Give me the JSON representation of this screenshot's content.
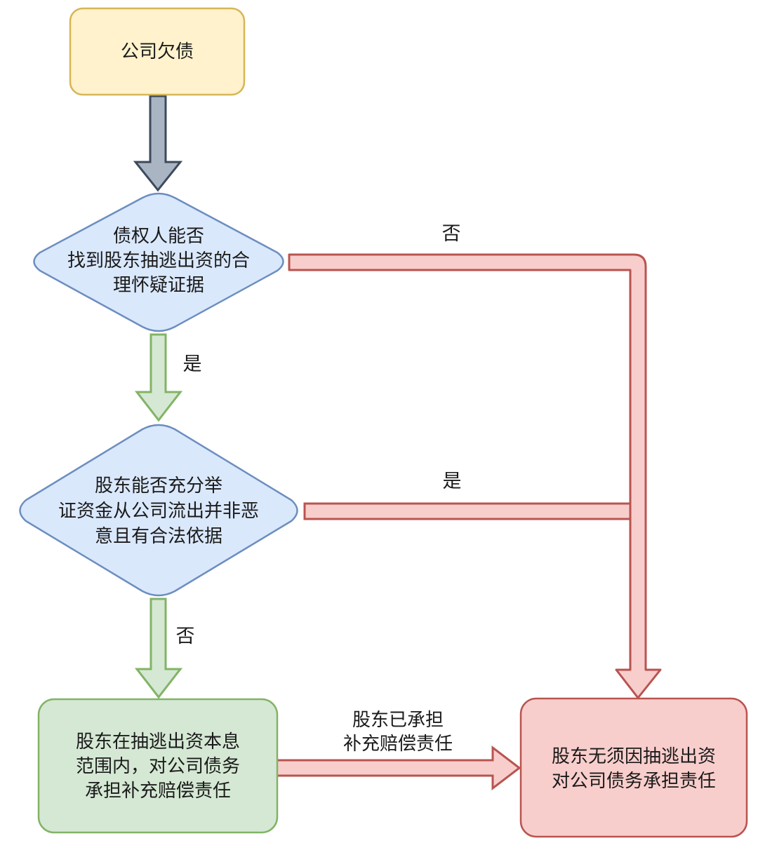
{
  "nodes": {
    "start": {
      "lines": [
        "公司欠债"
      ]
    },
    "q1": {
      "lines": [
        "债权人能否",
        "找到股东抽逃出资的合",
        "理怀疑证据"
      ]
    },
    "q2": {
      "lines": [
        "股东能否充分举",
        "证资金从公司流出并非恶",
        "意且有合法依据"
      ]
    },
    "green_result": {
      "lines": [
        "股东在抽逃出资本息",
        "范围内，对公司债务",
        "承担补充赔偿责任"
      ]
    },
    "red_result": {
      "lines": [
        "股东无须因抽逃出资",
        "对公司债务承担责任"
      ]
    }
  },
  "edges": {
    "q1_no": {
      "label": "否"
    },
    "q1_yes": {
      "label": "是"
    },
    "q2_yes": {
      "label": "是"
    },
    "q2_no": {
      "label": "否"
    },
    "paid": {
      "lines": [
        "股东已承担",
        "补充赔偿责任"
      ]
    }
  },
  "colors": {
    "start_fill": "#fff2cc",
    "start_stroke": "#d6b656",
    "diamond_fill": "#dae8fc",
    "diamond_stroke": "#6c8ebf",
    "green_fill": "#d5e8d4",
    "green_stroke": "#82b366",
    "red_fill": "#f8cecc",
    "red_stroke": "#b85450",
    "gray_arrow_fill": "#a9b5c3",
    "gray_arrow_stroke": "#3c4a5c"
  }
}
